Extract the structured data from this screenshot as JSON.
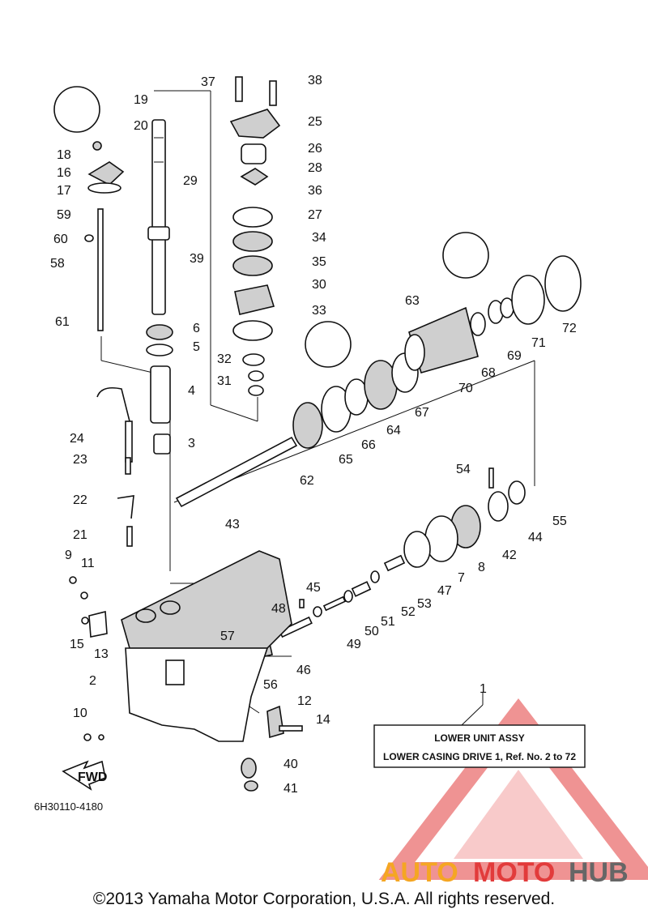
{
  "diagram": {
    "drawing_code": "6H30110-4180",
    "fwd_label": "FWD",
    "assembly_box": {
      "title": "LOWER UNIT ASSY",
      "subtitle": "LOWER CASING DRIVE 1, Ref. No. 2 to 72"
    },
    "part_labels": [
      "1",
      "2",
      "3",
      "4",
      "5",
      "6",
      "7",
      "8",
      "9",
      "10",
      "11",
      "12",
      "13",
      "14",
      "15",
      "16",
      "17",
      "18",
      "19",
      "20",
      "21",
      "22",
      "23",
      "24",
      "25",
      "26",
      "27",
      "28",
      "29",
      "30",
      "31",
      "32",
      "33",
      "34",
      "35",
      "36",
      "37",
      "38",
      "39",
      "40",
      "41",
      "42",
      "43",
      "44",
      "45",
      "46",
      "47",
      "48",
      "49",
      "50",
      "51",
      "52",
      "53",
      "54",
      "55",
      "56",
      "57",
      "58",
      "59",
      "60",
      "61",
      "62",
      "63",
      "64",
      "65",
      "66",
      "67",
      "68",
      "69",
      "70",
      "71",
      "72"
    ]
  },
  "watermark": {
    "brand_part1": "AUTO",
    "brand_part2": "MOTO",
    "brand_part3": "HUB",
    "color_primary": "#e23b3b",
    "color_secondary": "#f5a623",
    "color_dark": "#555555"
  },
  "footer": {
    "copyright": "©2013 Yamaha Motor Corporation, U.S.A. All rights reserved."
  }
}
